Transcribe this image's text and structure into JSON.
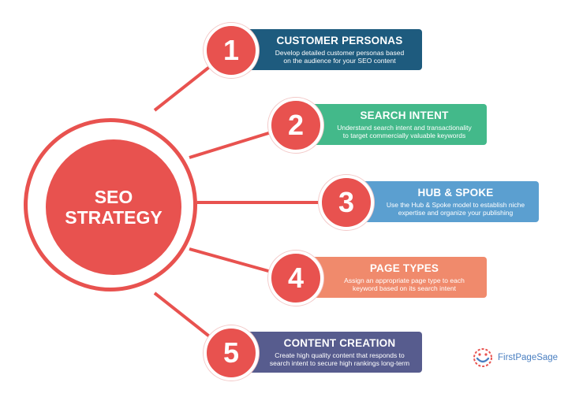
{
  "hub": {
    "line1": "SEO",
    "line2": "STRATEGY"
  },
  "steps": [
    {
      "number": "1",
      "title": "CUSTOMER PERSONAS",
      "desc1": "Develop detailed customer personas based",
      "desc2": "on the audience for your SEO content",
      "color": "#1e5b7e"
    },
    {
      "number": "2",
      "title": "SEARCH INTENT",
      "desc1": "Understand search intent and transactionality",
      "desc2": "to target commercially valuable keywords",
      "color": "#43b98a"
    },
    {
      "number": "3",
      "title": "HUB & SPOKE",
      "desc1": "Use the Hub & Spoke model to establish niche",
      "desc2": "expertise and organize your publishing",
      "color": "#5b9fd0"
    },
    {
      "number": "4",
      "title": "PAGE TYPES",
      "desc1": "Assign an appropriate page type to each",
      "desc2": "keyword based on its search intent",
      "color": "#f08a6c"
    },
    {
      "number": "5",
      "title": "CONTENT CREATION",
      "desc1": "Create high quality content that responds to",
      "desc2": "search intent to secure high rankings long-term",
      "color": "#575c8e"
    }
  ],
  "logo": {
    "text": "FirstPageSage",
    "icon": "smile-logo-icon"
  },
  "colors": {
    "accent": "#e8524f"
  }
}
